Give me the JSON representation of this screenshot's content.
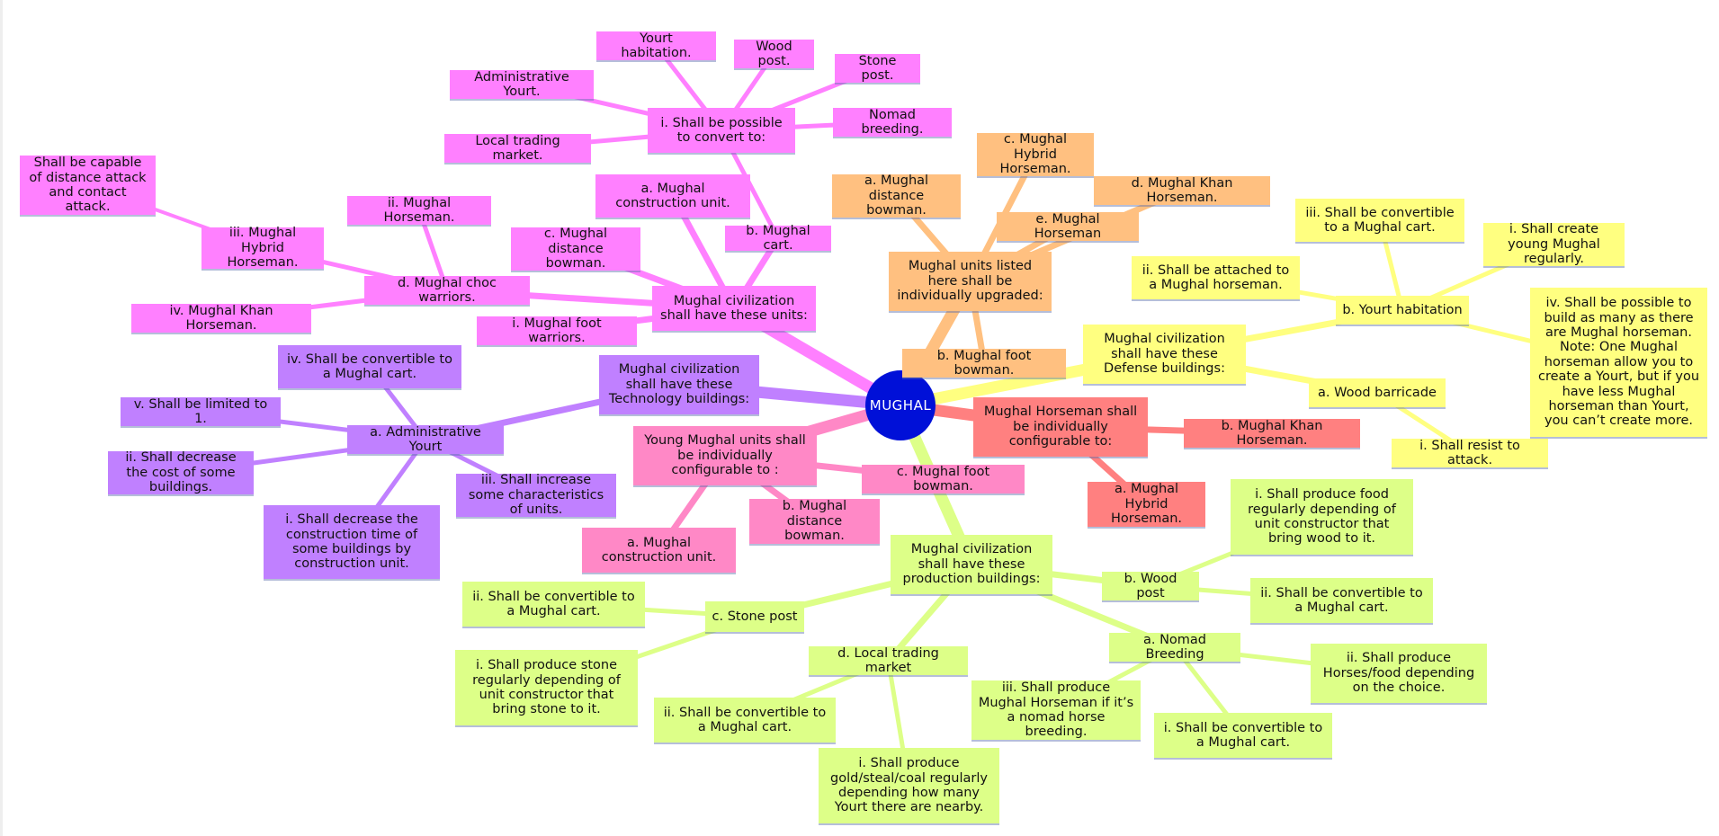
{
  "colors": {
    "center": "#0010d8",
    "units": "#ff80ff",
    "technology": "#c080ff",
    "upgrades": "#ffc080",
    "defense": "#ffff80",
    "horseman_config": "#ff8080",
    "young_units": "#ff88c6",
    "production": "#ddff88"
  },
  "mindmap": {
    "center": "MUGHAL",
    "units_branch": {
      "root": "Mughal civilization shall have these units:",
      "construction_unit": "a. Mughal construction unit.",
      "cart": "b. Mughal cart.",
      "convert": "i. Shall be possible to convert to:",
      "convert_yourt_habitation": "Yourt habitation.",
      "convert_wood_post": "Wood post.",
      "convert_stone_post": "Stone post.",
      "convert_admin_yourt": "Administrative Yourt.",
      "convert_nomad_breeding": "Nomad breeding.",
      "convert_local_market": "Local trading market.",
      "distance_bowman": "c. Mughal distance bowman.",
      "choc_warriors": "d. Mughal choc warriors.",
      "choc_horseman": "ii. Mughal Horseman.",
      "choc_hybrid": "iii. Mughal Hybrid Horseman.",
      "choc_hybrid_note": "Shall be capable of distance attack and contact attack.",
      "choc_khan": "iv. Mughal Khan Horseman.",
      "foot_warriors": "i. Mughal foot warriors."
    },
    "tech_branch": {
      "root": "Mughal civilization shall have these Technology buildings:",
      "admin_yourt": "a. Administrative Yourt",
      "convertible": "iv. Shall be convertible to a Mughal cart.",
      "limited": "v. Shall be limited to 1.",
      "decrease_cost": "ii. Shall decrease the cost of some buildings.",
      "increase_char": "iii. Shall increase some characteristics of units.",
      "decrease_time": "i. Shall decrease the construction time of some buildings by construction unit."
    },
    "upgrade_branch": {
      "root": "Mughal units listed here shall be individually upgraded:",
      "distance_bowman": "a. Mughal distance bowman.",
      "hybrid": "c. Mughal Hybrid Horseman.",
      "khan": "d. Mughal Khan Horseman.",
      "horseman": "e. Mughal Horseman",
      "foot_bowman": "b. Mughal foot bowman."
    },
    "defense_branch": {
      "root": "Mughal civilization shall have these Defense buildings:",
      "yourt_habitation": "b. Yourt habitation",
      "convertible": "iii. Shall be convertible to a Mughal cart.",
      "create_young": "i. Shall create young Mughal regularly.",
      "attached": "ii. Shall be attached to a Mughal horseman.",
      "build_many": "iv. Shall be possible to build as many as there are Mughal horseman. Note: One Mughal horseman allow you to create a Yourt, but if you have less Mughal horseman than Yourt, you can’t create more.",
      "wood_barricade": "a. Wood barricade",
      "resist": "i. Shall resist to attack."
    },
    "horseman_branch": {
      "root": "Mughal Horseman shall be individually configurable to:",
      "khan": "b. Mughal Khan Horseman.",
      "hybrid": "a. Mughal Hybrid Horseman."
    },
    "young_branch": {
      "root": "Young Mughal units shall be individually configurable to :",
      "foot_bowman": "c. Mughal foot bowman.",
      "distance_bowman": "b. Mughal distance bowman.",
      "construction": "a. Mughal construction unit."
    },
    "production_branch": {
      "root": "Mughal civilization shall have these production buildings:",
      "wood_post": "b. Wood post",
      "wood_food": "i. Shall produce food regularly depending of unit constructor that bring wood to it.",
      "wood_convert": "ii. Shall be convertible to a Mughal cart.",
      "nomad": "a. Nomad Breeding",
      "nomad_horses": "ii. Shall produce Horses/food depending on the choice.",
      "nomad_convert": "i. Shall be convertible to a Mughal cart.",
      "nomad_horseman": "iii. Shall produce Mughal Horseman if it’s a nomad horse breeding.",
      "stone_post": "c. Stone post",
      "stone_convert": "ii. Shall be convertible to a Mughal cart.",
      "stone_produce": "i. Shall produce stone regularly depending of unit constructor that bring stone to it.",
      "market": "d. Local trading market",
      "market_convert": "ii. Shall be convertible to a Mughal cart.",
      "market_produce": "i. Shall produce gold/steal/coal regularly depending how many Yourt there are nearby."
    }
  }
}
